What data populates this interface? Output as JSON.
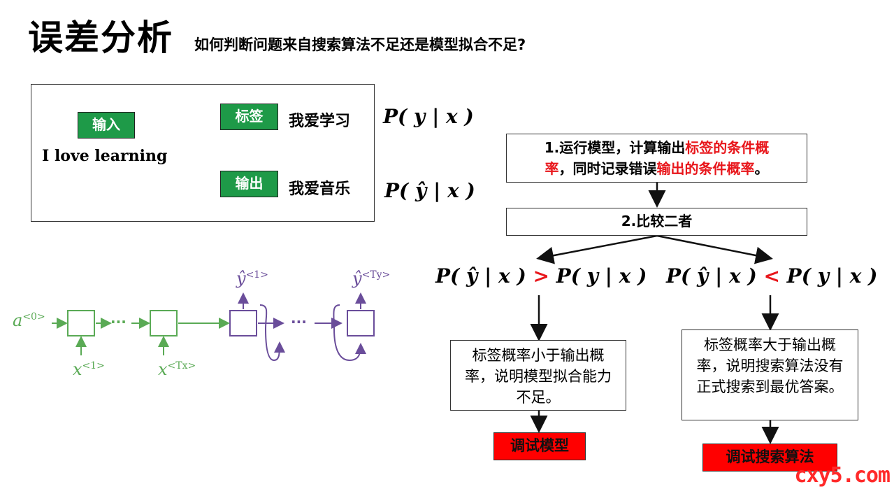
{
  "header": {
    "title": "误差分析",
    "subtitle": "如何判断问题来自搜索算法不足还是模型拟合不足?"
  },
  "example": {
    "input_tag": "输入",
    "input_sentence": "I love learning",
    "label_tag": "标签",
    "label_text": "我爱学习",
    "output_tag": "输出",
    "output_text": "我爱音乐",
    "prob_label": "P( y | x )",
    "prob_output": "P( ŷ | x )"
  },
  "rnn": {
    "a0": "a",
    "a0_sup": "<0>",
    "x1": "x",
    "x1_sup": "<1>",
    "xT": "x",
    "xT_sup": "<Tx>",
    "y1": "ŷ",
    "y1_sup": "<1>",
    "yT": "ŷ",
    "yT_sup": "<Ty>",
    "dots": "···"
  },
  "flow": {
    "step1_black_a": "1.运行模型，计算输出",
    "step1_red_a": "标签的条件概",
    "step1_red_b": "率",
    "step1_black_b": "，同时记录错误",
    "step1_red_c": "输出的条件概率",
    "step1_black_c": "。",
    "step2": "2.比较二者",
    "left_lhs": "P( ŷ | x )",
    "left_op": ">",
    "left_rhs": "P( y | x )",
    "right_lhs": "P( ŷ | x )",
    "right_op": "<",
    "right_rhs": "P( y | x )",
    "left_result": "标签概率小于输出概率，说明模型拟合能力不足。",
    "right_result": "标签概率大于输出概率，说明搜索算法没有正式搜索到最优答案。",
    "left_action": "调试模型",
    "right_action": "调试搜索算法"
  },
  "watermark": "cxy5.com",
  "colors": {
    "green_tag": "#1e9a48",
    "red_action": "#ff0000",
    "red_text": "#e8161b",
    "rnn_green": "#5aaa55",
    "rnn_purple": "#6a4d9a"
  }
}
